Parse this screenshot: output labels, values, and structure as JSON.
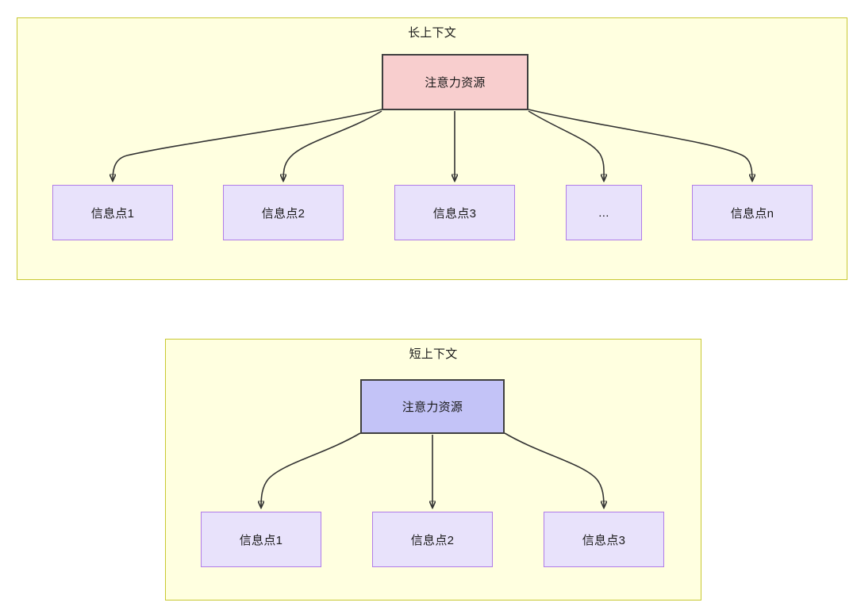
{
  "diagram": {
    "title_long": "长上下文",
    "title_short": "短上下文",
    "colors": {
      "panel_background": "#ffffe0",
      "panel_border": "#c8c832",
      "attention_long_fill": "#f8cece",
      "attention_short_fill": "#c3c3f7",
      "attention_border": "#3f3f3f",
      "info_fill": "#e8e2fb",
      "info_border": "#b07ce8",
      "edge_stroke": "#333333",
      "text": "#1a1a1a"
    }
  },
  "long_context": {
    "title": "长上下文",
    "root": {
      "label": "注意力资源"
    },
    "children": [
      {
        "label": "信息点1"
      },
      {
        "label": "信息点2"
      },
      {
        "label": "信息点3"
      },
      {
        "label": "..."
      },
      {
        "label": "信息点n"
      }
    ]
  },
  "short_context": {
    "title": "短上下文",
    "root": {
      "label": "注意力资源"
    },
    "children": [
      {
        "label": "信息点1"
      },
      {
        "label": "信息点2"
      },
      {
        "label": "信息点3"
      }
    ]
  }
}
